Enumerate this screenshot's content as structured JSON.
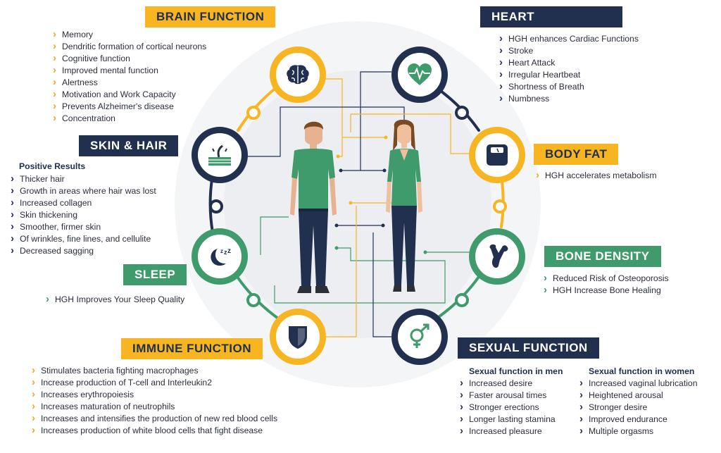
{
  "colors": {
    "orange": "#f7b522",
    "navy": "#223050",
    "green": "#3f9b6b",
    "background_circle": "#f3f4f6"
  },
  "sections": {
    "brain": {
      "title": "BRAIN FUNCTION",
      "icon": "brain-icon",
      "items": [
        "Memory",
        "Dendritic formation of cortical neurons",
        "Cognitive function",
        "Improved mental function",
        "Alertness",
        "Motivation and Work Capacity",
        "Prevents Alzheimer's disease",
        "Concentration"
      ]
    },
    "heart": {
      "title": "HEART",
      "icon": "heart-pulse-icon",
      "items": [
        "HGH enhances Cardiac Functions",
        "Stroke",
        "Heart Attack",
        "Irregular Heartbeat",
        "Shortness of Breath",
        "Numbness"
      ]
    },
    "skin": {
      "title": "SKIN & HAIR",
      "icon": "skin-hair-icon",
      "subtitle": "Positive Results",
      "items": [
        "Thicker hair",
        "Growth in areas where hair was lost",
        "Increased collagen",
        "Skin thickening",
        "Smoother, firmer skin",
        "Of wrinkles, fine lines, and cellulite",
        "Decreased sagging"
      ]
    },
    "body_fat": {
      "title": "BODY FAT",
      "icon": "scale-icon",
      "items": [
        "HGH accelerates metabolism"
      ]
    },
    "sleep": {
      "title": "SLEEP",
      "icon": "moon-sleep-icon",
      "items": [
        "HGH Improves Your Sleep Quality"
      ]
    },
    "bone": {
      "title": "BONE DENSITY",
      "icon": "bone-icon",
      "items": [
        "Reduced Risk of Osteoporosis",
        "HGH Increase Bone Healing"
      ]
    },
    "immune": {
      "title": "IMMUNE FUNCTION",
      "icon": "shield-icon",
      "items": [
        "Stimulates bacteria fighting macrophages",
        "Increase production of T-cell and Interleukin2",
        "Increases erythropoiesis",
        "Increases maturation of neutrophils",
        "Increases and intensifies the production of new red blood cells",
        "Increases production of white blood cells that fight disease"
      ]
    },
    "sexual": {
      "title": "SEXUAL FUNCTION",
      "icon": "gender-symbols-icon",
      "men": {
        "title": "Sexual function in men",
        "items": [
          "Increased desire",
          "Faster arousal times",
          "Stronger erections",
          "Longer lasting stamina",
          "Increased pleasure"
        ]
      },
      "women": {
        "title": "Sexual function in women",
        "items": [
          "Increased vaginal lubrication",
          "Heightened arousal",
          "Stronger desire",
          "Improved endurance",
          "Multiple orgasms"
        ]
      }
    }
  }
}
